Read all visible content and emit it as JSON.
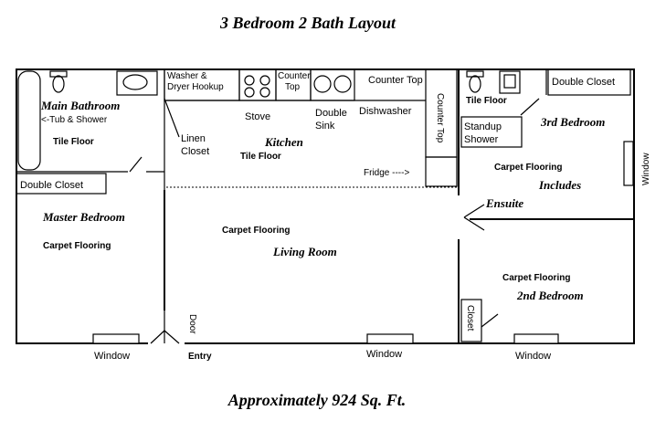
{
  "title": "3 Bedroom 2 Bath Layout",
  "footer": "Approximately 924  Sq. Ft.",
  "labels": {
    "main_bathroom": "Main Bathroom",
    "tub_shower": "<-Tub & Shower",
    "tile_floor_bath": "Tile Floor",
    "linen": "Linen",
    "closet": "Closet",
    "washer": "Washer &",
    "dryer": "Dryer Hookup",
    "stove": "Stove",
    "counter": "Counter",
    "top": "Top",
    "double": "Double",
    "sink": "Sink",
    "counter_top": "Counter Top",
    "dishwasher": "Dishwasher",
    "counter_top_vertical": "Counter Top",
    "kitchen": "Kitchen",
    "tile_floor_kitchen": "Tile Floor",
    "fridge": "Fridge ---->",
    "double_closet_left": "Double Closet",
    "master_bedroom": "Master Bedroom",
    "carpet_master": "Carpet Flooring",
    "carpet_living": "Carpet Flooring",
    "living_room": "Living Room",
    "door": "Door",
    "entry": "Entry",
    "window_left": "Window",
    "window_middle": "Window",
    "window_right": "Window",
    "window_side": "Window",
    "tile_floor_ensuite": "Tile Floor",
    "double_closet_right": "Double Closet",
    "standup": "Standup",
    "shower": "Shower",
    "third_bedroom": "3rd Bedroom",
    "carpet_third": "Carpet Flooring",
    "includes": "Includes",
    "ensuite": "Ensuite",
    "carpet_second": "Carpet Flooring",
    "second_bedroom": "2nd Bedroom",
    "closet_vertical": "Closet"
  }
}
